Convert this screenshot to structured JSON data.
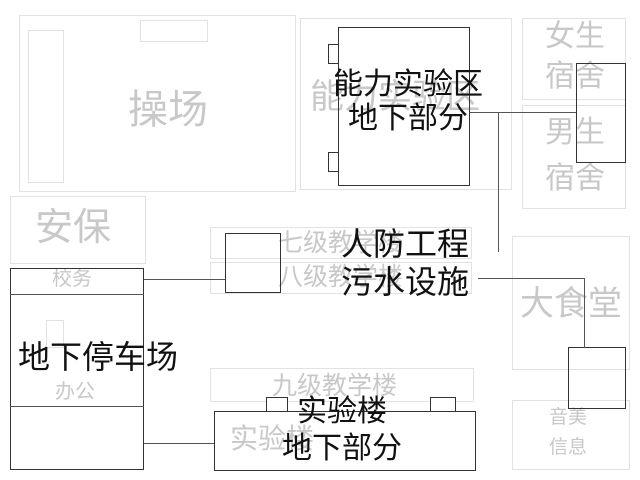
{
  "background_zones": {
    "playground": "操场",
    "ability_lab": "能力实验区",
    "girls_dorm": "女生宿舍",
    "boys_dorm": "男生宿舍",
    "security": "安保",
    "grade7_building": "七级教学楼",
    "grade8_building": "八级教学楼",
    "school_affairs": "校务",
    "office": "办公",
    "grade9_building": "九级教学楼",
    "lab_building": "实验楼",
    "canteen": "大食堂",
    "music_art_info": "音美信息"
  },
  "underground_labels": {
    "ability_lab_underground": "能力实验区地下部分",
    "civil_defense_sewage": "人防工程污水设施",
    "underground_parking": "地下停车场",
    "lab_building_underground": "实验楼地下部分"
  }
}
